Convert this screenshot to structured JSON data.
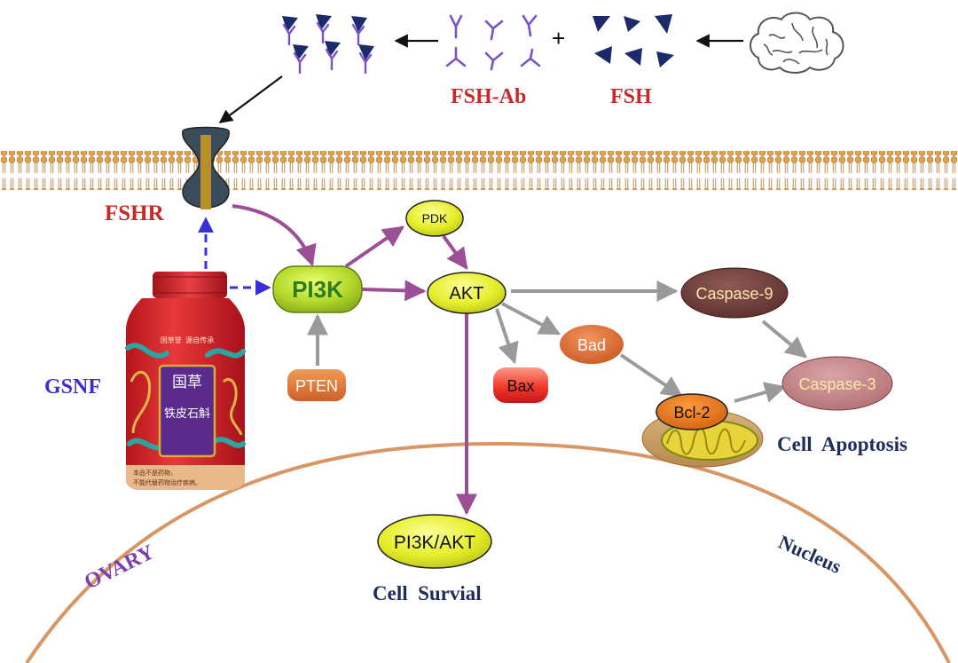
{
  "labels": {
    "fsh_ab": "FSH-Ab",
    "fsh": "FSH",
    "plus": "+",
    "fshr": "FSHR",
    "gsnf": "GSNF",
    "ovary": "OVARY",
    "nucleus": "Nucleus",
    "cell_survival": "Cell  Survial",
    "cell_apoptosis": "Cell  Apoptosis"
  },
  "nodes": {
    "pi3k": "PI3K",
    "pdk": "PDK",
    "akt": "AKT",
    "pten": "PTEN",
    "bax": "Bax",
    "bad": "Bad",
    "bcl2": "Bcl-2",
    "caspase9": "Caspase-9",
    "caspase3": "Caspase-3",
    "pi3k_akt": "PI3K/AKT"
  },
  "product": {
    "brand": "国草",
    "name": "铁皮石斛",
    "tagline": "国草誉  源自传承",
    "warning_line1": "本品不是药物，",
    "warning_line2": "不能代替药物治疗疾病。"
  },
  "colors": {
    "label_red": "#c8282a",
    "label_blue": "#3a2fd6",
    "label_navy": "#1f2d5c",
    "ovary_purple": "#7b3fb0",
    "purple_arrow": "#9b4f96",
    "gray_arrow": "#9a9a9a",
    "membrane": "#c98a3c",
    "nucleus_line": "#d99665",
    "fsh_triangle": "#1b2a6b",
    "antibody": "#7a52c9"
  }
}
